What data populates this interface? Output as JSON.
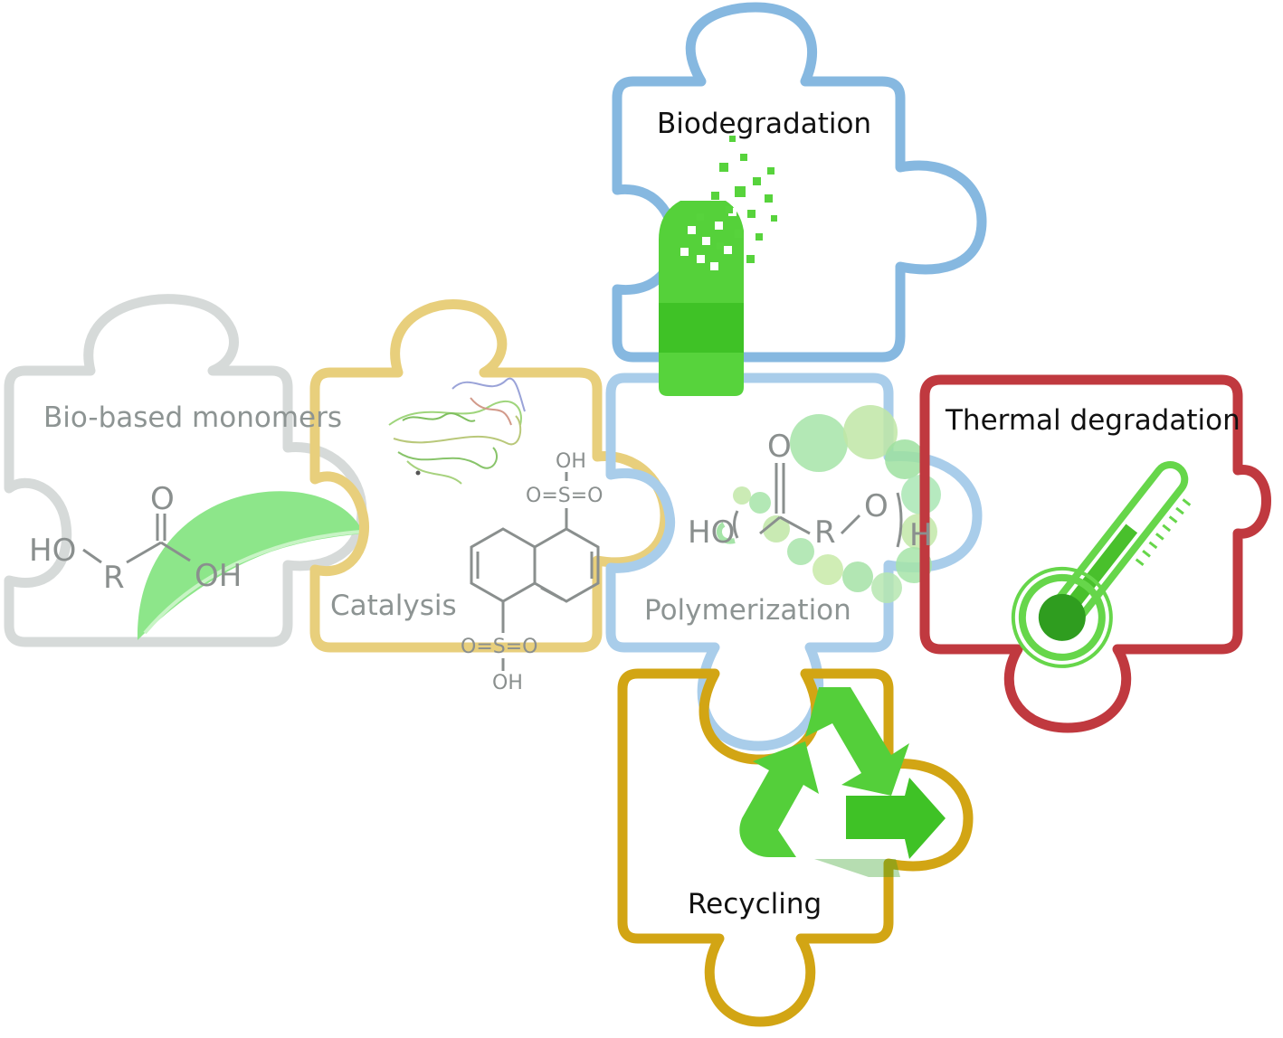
{
  "pieces": {
    "monomers": {
      "label": "Bio-based monomers",
      "color": "#d6dad9"
    },
    "catalysis": {
      "label": "Catalysis",
      "color": "#e8cf7c"
    },
    "polymerization": {
      "label": "Polymerization",
      "color": "#a9cdea"
    },
    "biodegradation": {
      "label": "Biodegradation",
      "color": "#86b8e0"
    },
    "thermal": {
      "label": "Thermal degradation",
      "color": "#c0393f"
    },
    "recycling": {
      "label": "Recycling",
      "color": "#d2a514"
    }
  },
  "chemistry": {
    "monomer": {
      "o_top": "O",
      "ho": "HO",
      "r": "R",
      "oh": "OH"
    },
    "acid": {
      "oh_top": "OH",
      "so3_top": "O=S=O",
      "so3_bottom": "O=S=O",
      "oh_bottom": "OH"
    },
    "polymer": {
      "o_top": "O",
      "ho": "HO",
      "r": "R",
      "o_link": "O",
      "h": "H"
    }
  },
  "colors": {
    "green_light": "#8de68a",
    "green_mid": "#54cf3a",
    "green_dark": "#2f9d1f",
    "bead": "#a6e4a8"
  },
  "icons": [
    "leaf-icon",
    "protein-structure-icon",
    "bottle-icon",
    "thermometer-icon",
    "recycling-icon"
  ]
}
